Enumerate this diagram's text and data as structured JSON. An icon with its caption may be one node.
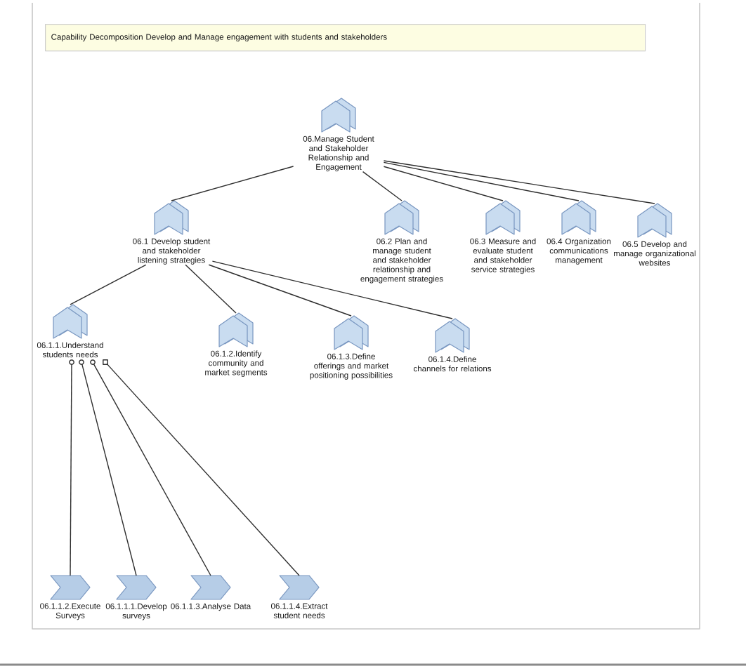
{
  "diagram": {
    "title": "Capability Decomposition Develop and Manage engagement with students and stakeholders",
    "nodes": [
      {
        "text": [
          "06.Manage Student and Stakeholder Relationship and Engagement"
        ]
      },
      {
        "text": [
          "06.1 Develop student and stakeholder listening strategies"
        ]
      },
      {
        "text": [
          "06.2 Plan and manage student and stakeholder relationship and engagement strategies"
        ]
      },
      {
        "text": [
          "06.3 Measure and evaluate student and stakeholder service strategies"
        ]
      },
      {
        "text": [
          "06.4 Organization communications management"
        ]
      },
      {
        "text": [
          "06.5 Develop and manage organizational websites"
        ]
      },
      {
        "text": [
          "06.1.1.Understand students needs"
        ]
      },
      {
        "text": [
          "06.1.2.Identify community and market segments"
        ]
      },
      {
        "text": [
          "06.1.3.Define offerings and market positioning possibilities"
        ]
      },
      {
        "text": [
          "06.1.4.Define channels for relations"
        ]
      },
      {
        "text": [
          "06.1.1.2.Execute Surveys"
        ]
      },
      {
        "text": [
          "06.1.1.1.Develop surveys"
        ]
      },
      {
        "text": [
          "06.1.1.3.Analyse Data"
        ]
      },
      {
        "text": [
          "06.1.1.4.Extract student needs"
        ]
      }
    ],
    "edges": [
      {
        "from": 0,
        "to": 1,
        "arrow": "none"
      },
      {
        "from": 0,
        "to": 2,
        "arrow": "none"
      },
      {
        "from": 0,
        "to": 3,
        "arrow": "none"
      },
      {
        "from": 0,
        "to": 4,
        "arrow": "none"
      },
      {
        "from": 0,
        "to": 5,
        "arrow": "none"
      },
      {
        "from": 1,
        "to": 6,
        "arrow": "none"
      },
      {
        "from": 1,
        "to": 7,
        "arrow": "none"
      },
      {
        "from": 1,
        "to": 8,
        "arrow": "none"
      },
      {
        "from": 1,
        "to": 9,
        "arrow": "none"
      },
      {
        "from": 6,
        "to": 10,
        "arrow": "other"
      },
      {
        "from": 6,
        "to": 11,
        "arrow": "other"
      },
      {
        "from": 6,
        "to": 12,
        "arrow": "other"
      },
      {
        "from": 6,
        "to": 13,
        "arrow": "other"
      }
    ]
  }
}
